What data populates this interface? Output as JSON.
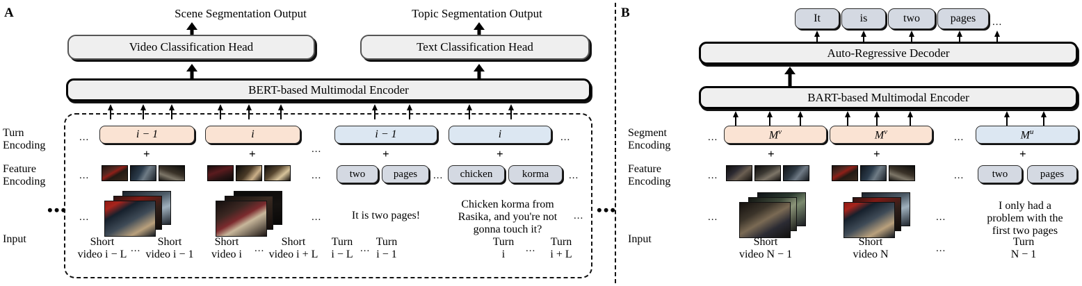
{
  "figure": {
    "panels": [
      {
        "letter": "A",
        "name": "scene-and-topic-segmentation"
      },
      {
        "letter": "B",
        "name": "multimodal-summarization"
      }
    ]
  },
  "panelA": {
    "outputs": {
      "video": "Scene Segmentation Output",
      "text": "Topic Segmentation Output"
    },
    "heads": {
      "video": "Video Classification Head",
      "text": "Text Classification Head"
    },
    "encoder": "BERT-based Multimodal Encoder",
    "row_labels": {
      "turn_encoding": "Turn\nEncoding",
      "feature_encoding": "Feature\nEncoding",
      "input": "Input"
    },
    "turn_chips_video": [
      "i − 1",
      "i"
    ],
    "turn_chips_text": [
      "i − 1",
      "i"
    ],
    "word_tokens_left": [
      "two",
      "pages"
    ],
    "word_tokens_right": [
      "chicken",
      "korma"
    ],
    "utterances": {
      "left": "It is two pages!",
      "right": "Chicken korma from\nRasika, and you're not\ngonna touch it?"
    },
    "input_captions": {
      "video": [
        "Short\nvideo i − L",
        "Short\nvideo i − 1",
        "Short\nvideo i",
        "Short\nvideo i + L"
      ],
      "text": [
        "Turn\ni − L",
        "Turn\ni − 1",
        "Turn\ni",
        "Turn\ni + L"
      ]
    },
    "plus": "+",
    "ellipsis": "...",
    "ellipsis_bold": "•••"
  },
  "panelB": {
    "output_tokens": [
      "It",
      "is",
      "two",
      "pages"
    ],
    "output_tokens_ellipsis": "...",
    "decoder": "Auto-Regressive Decoder",
    "encoder": "BART-based Multimodal Encoder",
    "row_labels": {
      "segment_encoding": "Segment\nEncoding",
      "feature_encoding": "Feature\nEncoding",
      "input": "Input"
    },
    "segment_chips": [
      {
        "base": "M",
        "sup": "v"
      },
      {
        "base": "M",
        "sup": "v"
      },
      {
        "base": "M",
        "sup": "u"
      }
    ],
    "word_tokens": [
      "two",
      "pages"
    ],
    "utterance": "I only had a\nproblem with the\nfirst two pages",
    "input_captions": [
      "Short\nvideo N − 1",
      "Short\nvideo N",
      "Turn\nN − 1"
    ],
    "plus": "+",
    "ellipsis": "..."
  },
  "colors": {
    "module_fill": "#efefef",
    "visual_chip": "#fae3d3",
    "text_chip": "#dce7f2",
    "token_chip": "#d4d9e2",
    "stroke": "#000000"
  }
}
